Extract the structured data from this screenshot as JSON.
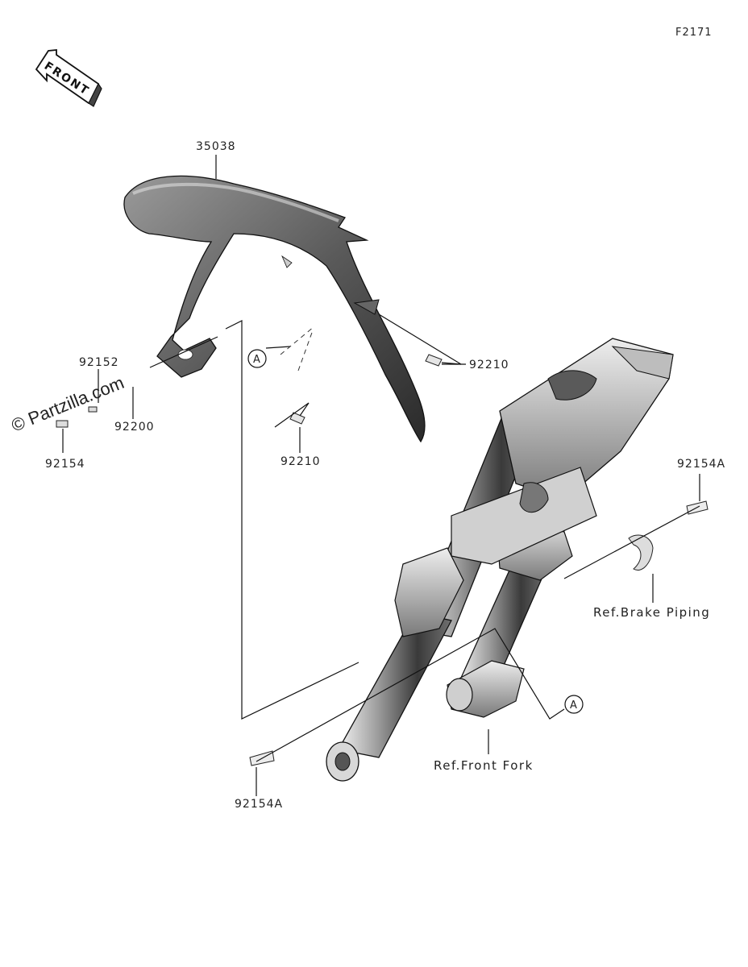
{
  "diagram_code": "F2171",
  "front_arrow_label": "FRONT",
  "watermark": "© Partzilla.com",
  "part_labels": {
    "fender": "35038",
    "p92152": "92152",
    "p92200": "92200",
    "p92154": "92154",
    "p92210_right": "92210",
    "p92210_lower": "92210",
    "p92154A_right": "92154A",
    "p92154A_lower": "92154A"
  },
  "callouts": {
    "a_left": "A",
    "a_right": "A"
  },
  "references": {
    "brake_piping": "Ref.Brake Piping",
    "front_fork": "Ref.Front Fork"
  }
}
